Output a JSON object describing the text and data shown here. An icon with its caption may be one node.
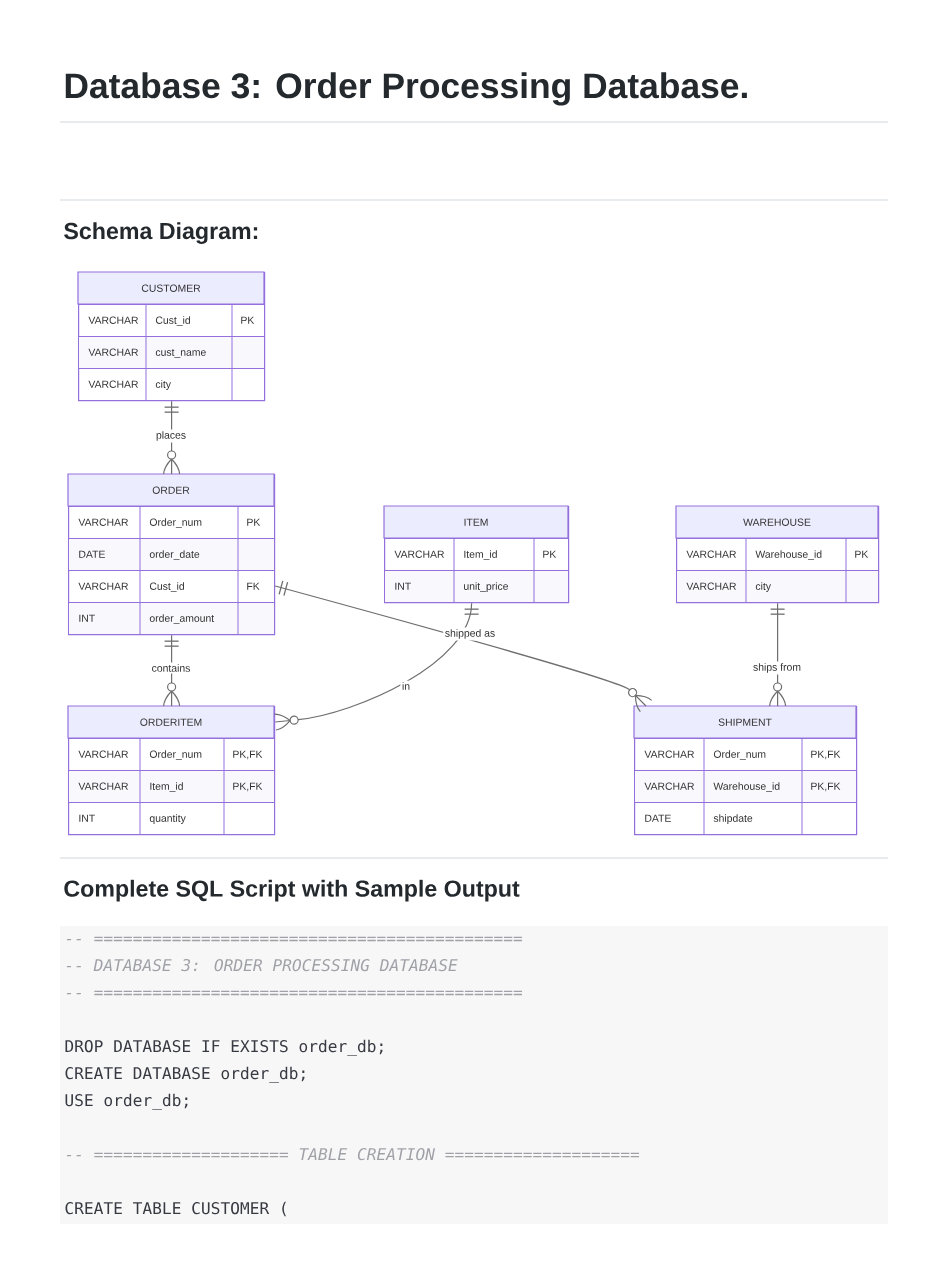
{
  "diagram": {
    "title": "Database 3: Order Processing Database.",
    "nodes": [
      {
        "text": [
          "CUSTOMER"
        ]
      },
      {
        "text": [
          "VARCHAR",
          "Cust_id",
          "PK"
        ],
        "in": 0
      },
      {
        "text": [
          "VARCHAR",
          "cust_name"
        ],
        "in": 0
      },
      {
        "text": [
          "VARCHAR",
          "city"
        ],
        "in": 0
      },
      {
        "text": [
          "ORDER"
        ]
      },
      {
        "text": [
          "VARCHAR",
          "Order_num",
          "PK"
        ],
        "in": 4
      },
      {
        "text": [
          "DATE",
          "order_date"
        ],
        "in": 4
      },
      {
        "text": [
          "VARCHAR",
          "Cust_id",
          "FK"
        ],
        "in": 4
      },
      {
        "text": [
          "INT",
          "order_amount"
        ],
        "in": 4
      },
      {
        "text": [
          "ITEM"
        ]
      },
      {
        "text": [
          "VARCHAR",
          "Item_id",
          "PK"
        ],
        "in": 9
      },
      {
        "text": [
          "INT",
          "unit_price"
        ],
        "in": 9
      },
      {
        "text": [
          "WAREHOUSE"
        ]
      },
      {
        "text": [
          "VARCHAR",
          "Warehouse_id",
          "PK"
        ],
        "in": 12
      },
      {
        "text": [
          "VARCHAR",
          "city"
        ],
        "in": 12
      },
      {
        "text": [
          "ORDERITEM"
        ]
      },
      {
        "text": [
          "VARCHAR",
          "Order_num",
          "PK,FK"
        ],
        "in": 15
      },
      {
        "text": [
          "VARCHAR",
          "Item_id",
          "PK,FK"
        ],
        "in": 15
      },
      {
        "text": [
          "INT",
          "quantity"
        ],
        "in": 15
      },
      {
        "text": [
          "SHIPMENT"
        ]
      },
      {
        "text": [
          "VARCHAR",
          "Order_num",
          "PK,FK"
        ],
        "in": 19
      },
      {
        "text": [
          "VARCHAR",
          "Warehouse_id",
          "PK,FK"
        ],
        "in": 19
      },
      {
        "text": [
          "DATE",
          "shipdate"
        ],
        "in": 19
      }
    ],
    "edges": [
      {
        "from": 0,
        "to": 4,
        "arrow": "other",
        "label": "places"
      },
      {
        "from": 4,
        "to": 15,
        "arrow": "other",
        "label": "contains"
      },
      {
        "from": 4,
        "to": 19,
        "arrow": "other",
        "label": "shipped as"
      },
      {
        "from": 9,
        "to": 15,
        "arrow": "other",
        "label": "in"
      },
      {
        "from": 12,
        "to": 19,
        "arrow": "other",
        "label": "ships from"
      }
    ],
    "labels": [
      "Schema Diagram:",
      "Complete SQL Script with Sample Output",
      "-- ============================================",
      "-- DATABASE 3: ORDER PROCESSING DATABASE",
      "-- ============================================",
      "DROP DATABASE IF EXISTS order_db;",
      "CREATE DATABASE order_db;",
      "USE order_db;",
      "-- ==================== TABLE CREATION ====================",
      "CREATE TABLE CUSTOMER ("
    ]
  }
}
